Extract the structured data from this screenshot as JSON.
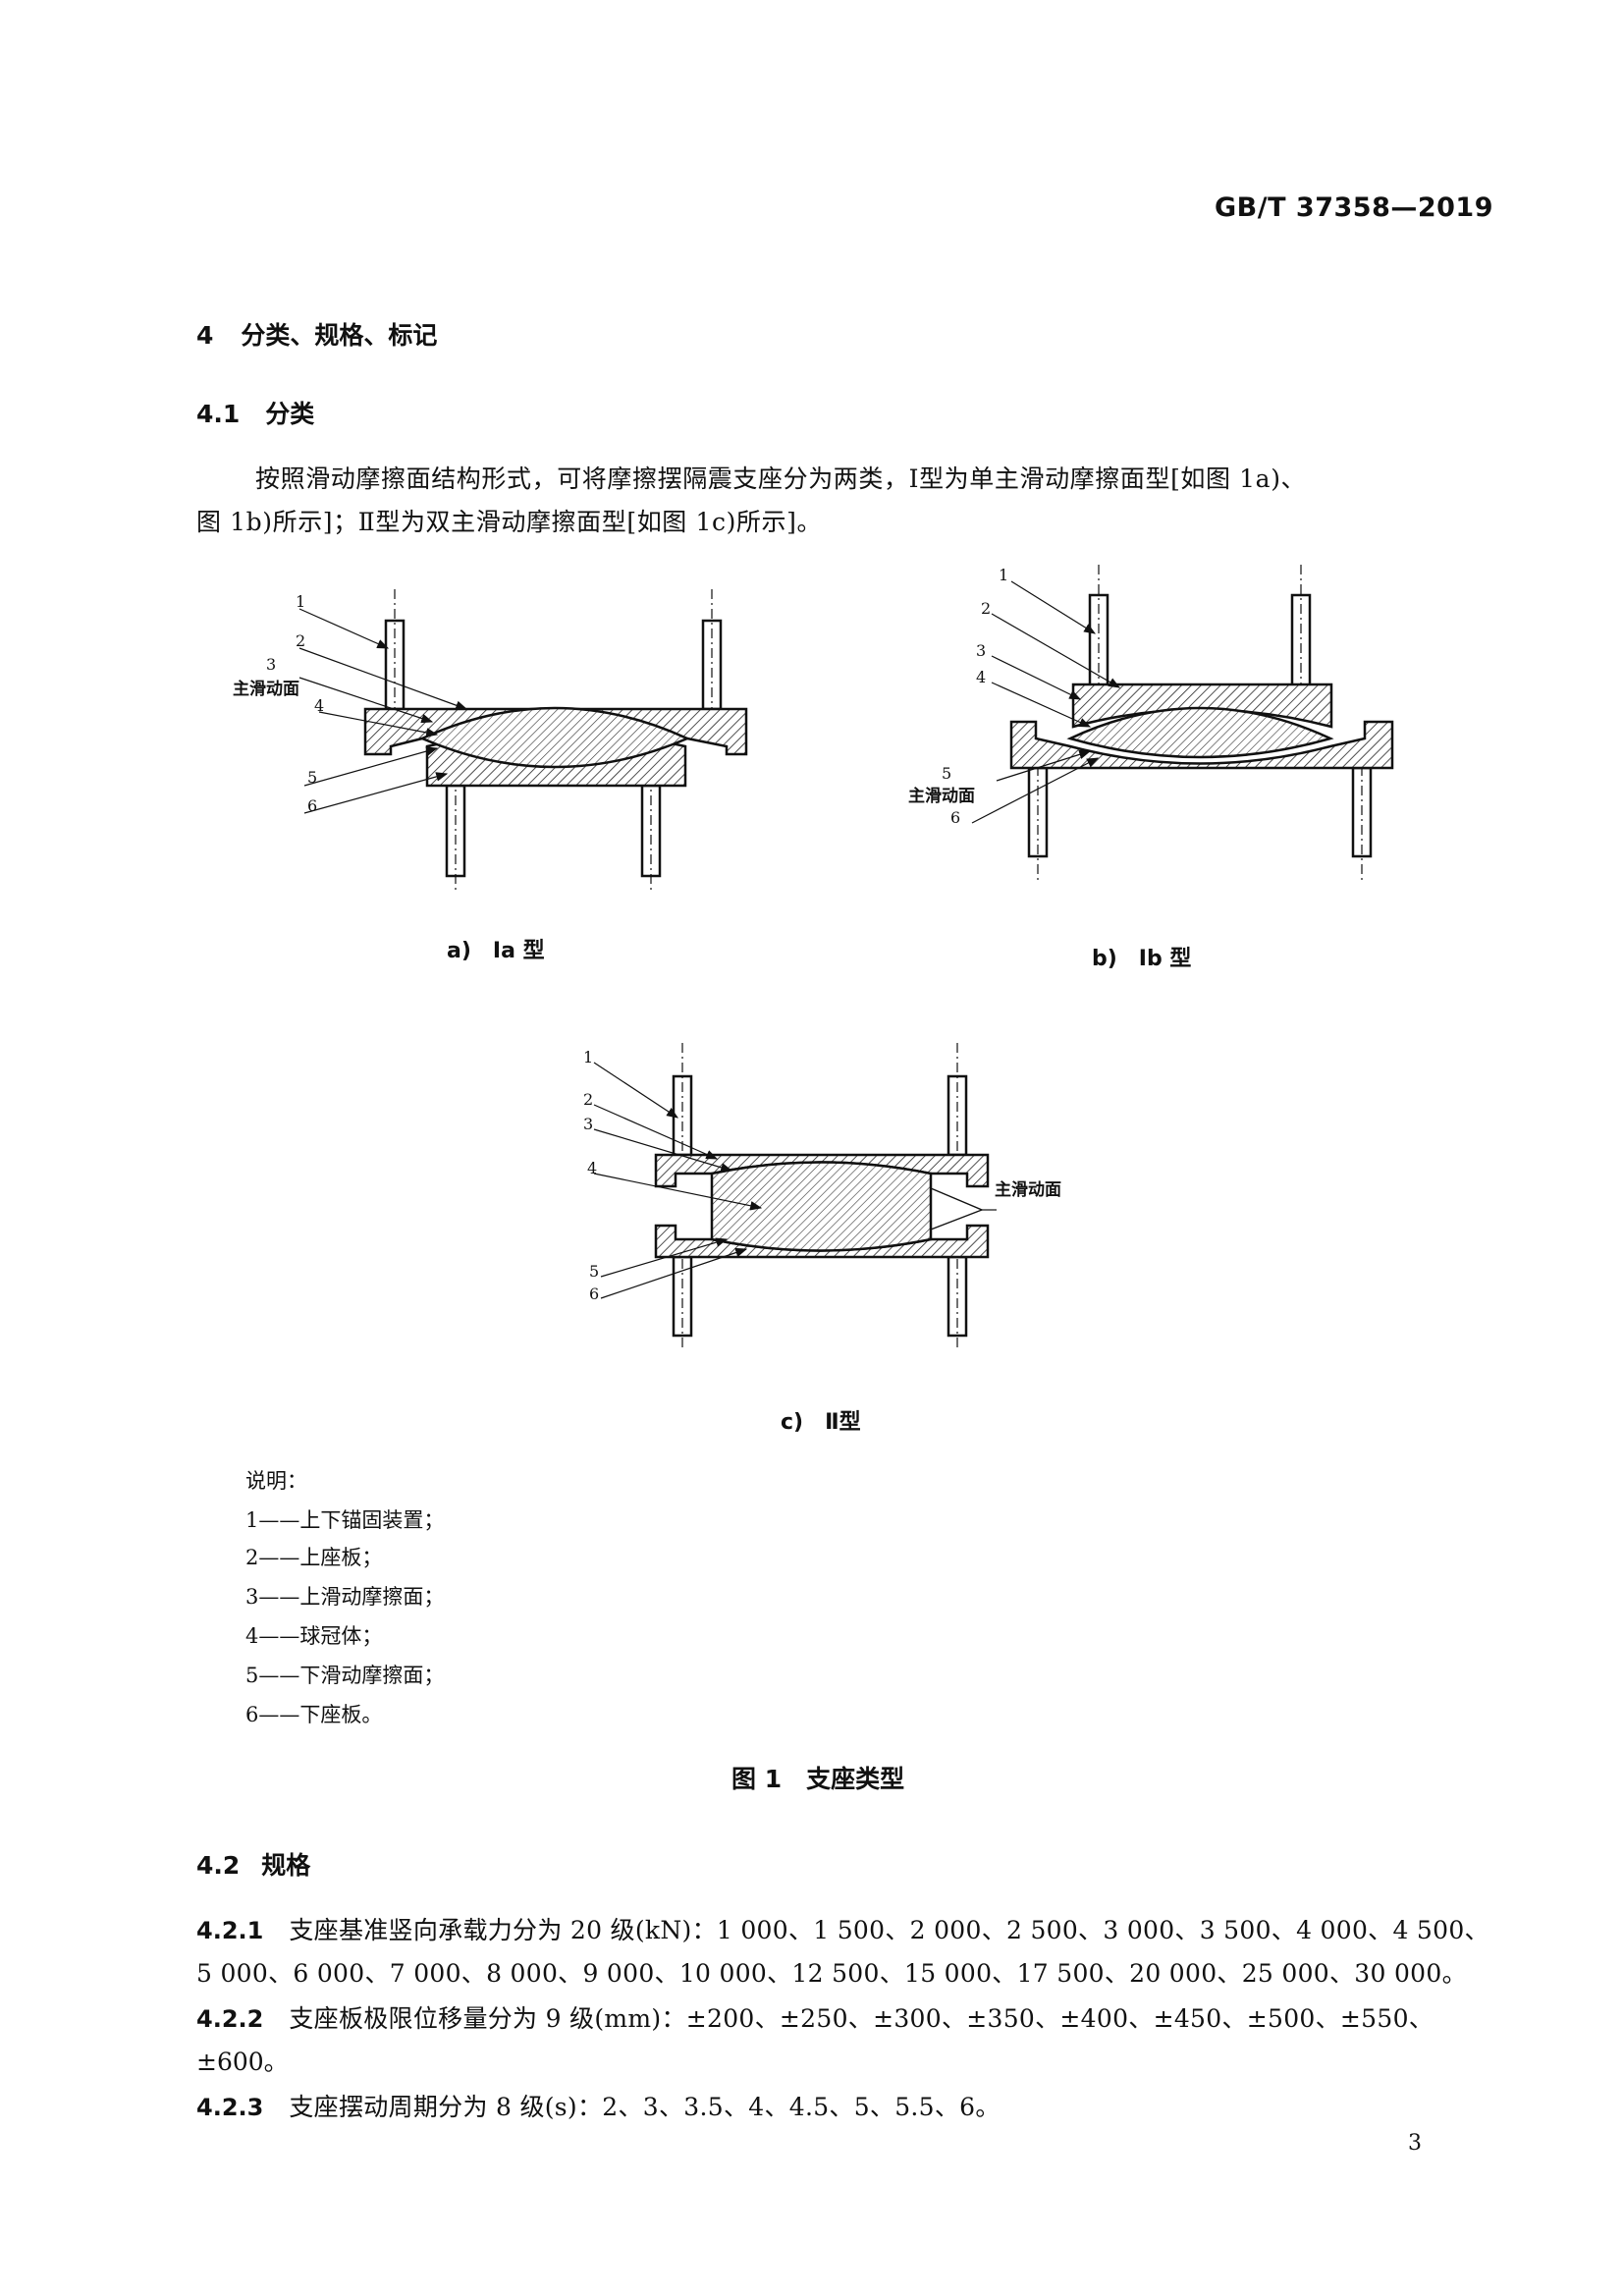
{
  "header": {
    "standard_number": "GB/T 37358—2019"
  },
  "section4": {
    "number": "4",
    "title": "分类、规格、标记"
  },
  "section41": {
    "number": "4.1",
    "title": "分类",
    "para_line1": "按照滑动摩擦面结构形式，可将摩擦摆隔震支座分为两类，Ⅰ型为单主滑动摩擦面型[如图 1a)、",
    "para_line2": "图 1b)所示]；Ⅱ型为双主滑动摩擦面型[如图 1c)所示]。"
  },
  "figure": {
    "labels": [
      "1",
      "2",
      "3",
      "4",
      "5",
      "6"
    ],
    "main_surface": "主滑动面",
    "caption_a": "a)　Ⅰa 型",
    "caption_b": "b)　Ⅰb 型",
    "caption_c": "c)　Ⅱ型",
    "legend_title": "说明：",
    "legend": [
      "1——上下锚固装置；",
      "2——上座板；",
      "3——上滑动摩擦面；",
      "4——球冠体；",
      "5——下滑动摩擦面；",
      "6——下座板。"
    ],
    "title": "图 1　支座类型"
  },
  "section42": {
    "number": "4.2",
    "title": "规格",
    "items": [
      {
        "num": "4.2.1",
        "line1": "支座基准竖向承载力分为 20 级(kN)：1 000、1 500、2 000、2 500、3 000、3 500、4 000、4 500、",
        "line2": "5 000、6 000、7 000、8 000、9 000、10 000、12 500、15 000、17 500、20 000、25 000、30 000。"
      },
      {
        "num": "4.2.2",
        "line1": "支座板极限位移量分为 9 级(mm)：±200、±250、±300、±350、±400、±450、±500、±550、",
        "line2": "±600。"
      },
      {
        "num": "4.2.3",
        "line1": "支座摆动周期分为 8 级(s)：2、3、3.5、4、4.5、5、5.5、6。",
        "line2": ""
      }
    ]
  },
  "footer": {
    "page_number": "3"
  }
}
